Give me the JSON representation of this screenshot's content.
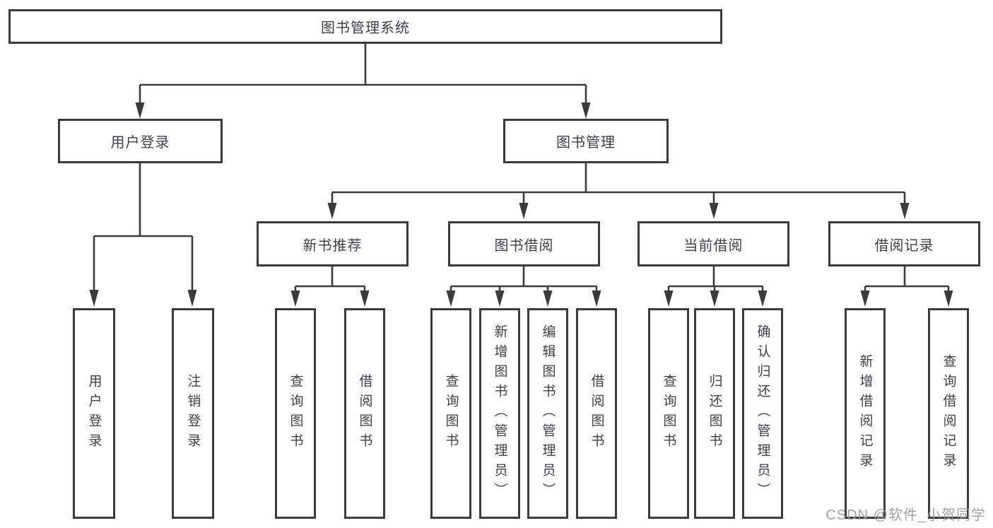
{
  "colors": {
    "stroke": "#3b3b3b",
    "text": "#404046",
    "box_bg": "#ffffff",
    "page_bg": "#ffffff",
    "watermark": "#9b9b9b"
  },
  "watermark": {
    "text": "CSDN @软件_小贺同学"
  },
  "diagram": {
    "root": {
      "label": "图书管理系统"
    },
    "level2": [
      {
        "label": "用户登录",
        "children": [
          {
            "label": "用户登录"
          },
          {
            "label": "注销登录"
          }
        ]
      },
      {
        "label": "图书管理",
        "children": [
          {
            "label": "新书推荐",
            "children": [
              {
                "label": "查询图书"
              },
              {
                "label": "借阅图书"
              }
            ]
          },
          {
            "label": "图书借阅",
            "children": [
              {
                "label": "查询图书"
              },
              {
                "label": "新增图书（管理员）"
              },
              {
                "label": "编辑图书（管理员）"
              },
              {
                "label": "借阅图书"
              }
            ]
          },
          {
            "label": "当前借阅",
            "children": [
              {
                "label": "查询图书"
              },
              {
                "label": "归还图书"
              },
              {
                "label": "确认归还（管理员）"
              }
            ]
          },
          {
            "label": "借阅记录",
            "children": [
              {
                "label": "新增借阅记录"
              },
              {
                "label": "查询借阅记录"
              }
            ]
          }
        ]
      }
    ]
  }
}
